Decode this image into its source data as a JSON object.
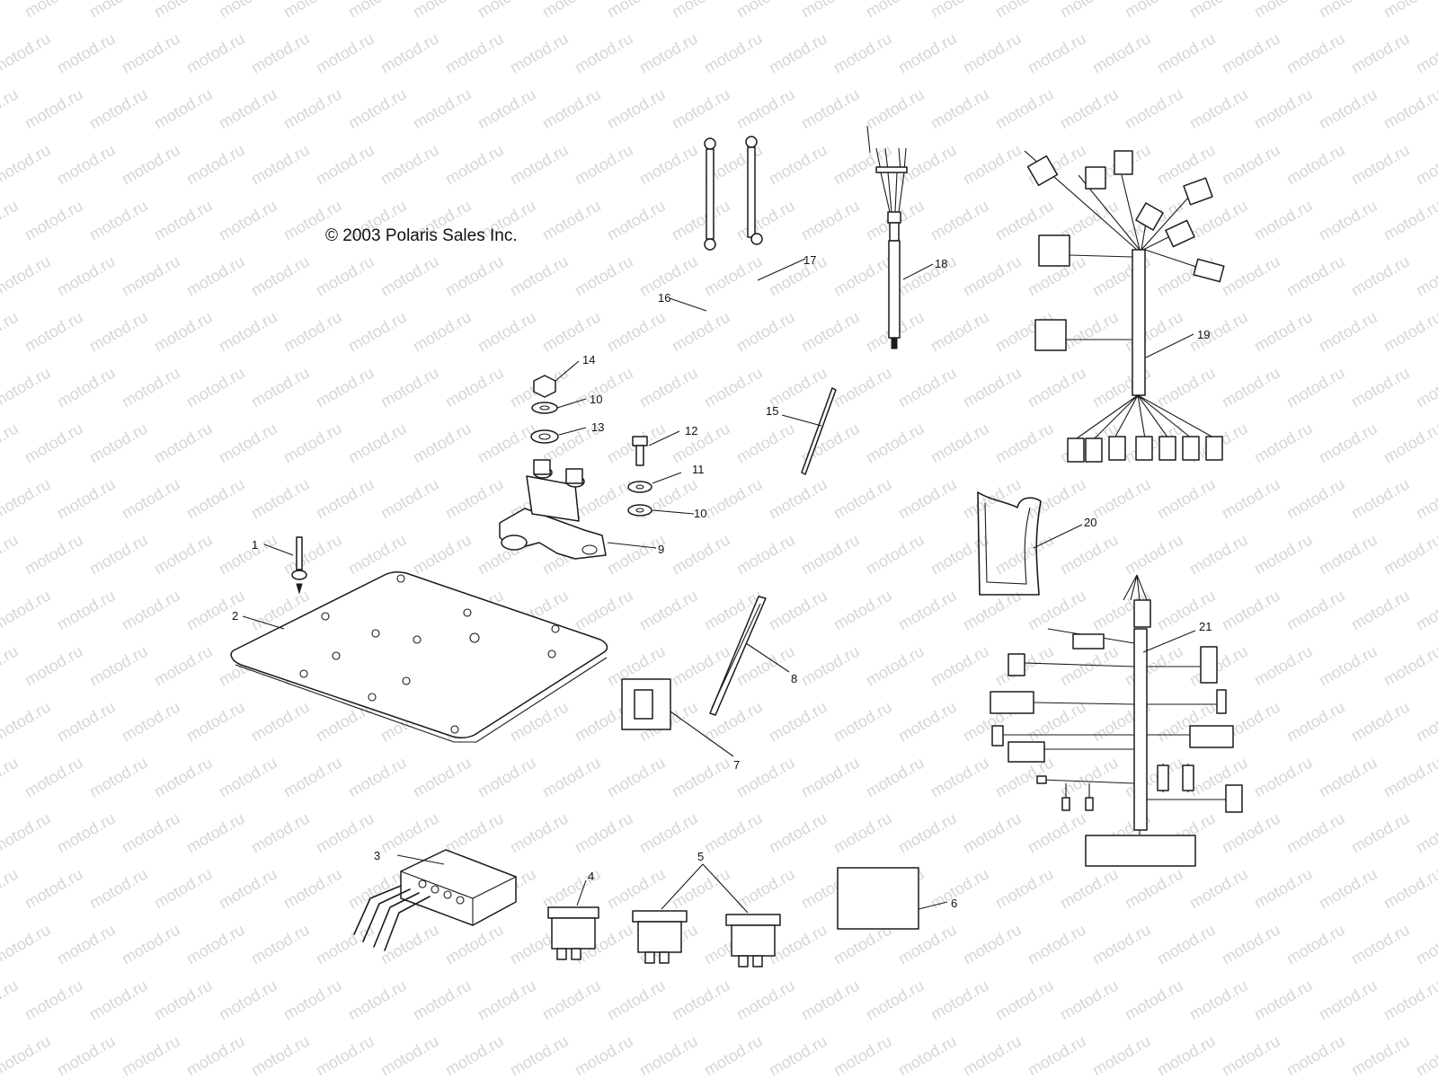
{
  "copyright": "© 2003 Polaris Sales Inc.",
  "watermark": "motod.ru",
  "callouts": [
    "1",
    "2",
    "3",
    "4",
    "5",
    "6",
    "7",
    "8",
    "9",
    "10",
    "10",
    "11",
    "12",
    "13",
    "14",
    "15",
    "16",
    "17",
    "18",
    "19",
    "20",
    "21"
  ],
  "colors": {
    "line": "#1a1a1a",
    "watermark": "#d6d6d6",
    "background": "#ffffff"
  }
}
